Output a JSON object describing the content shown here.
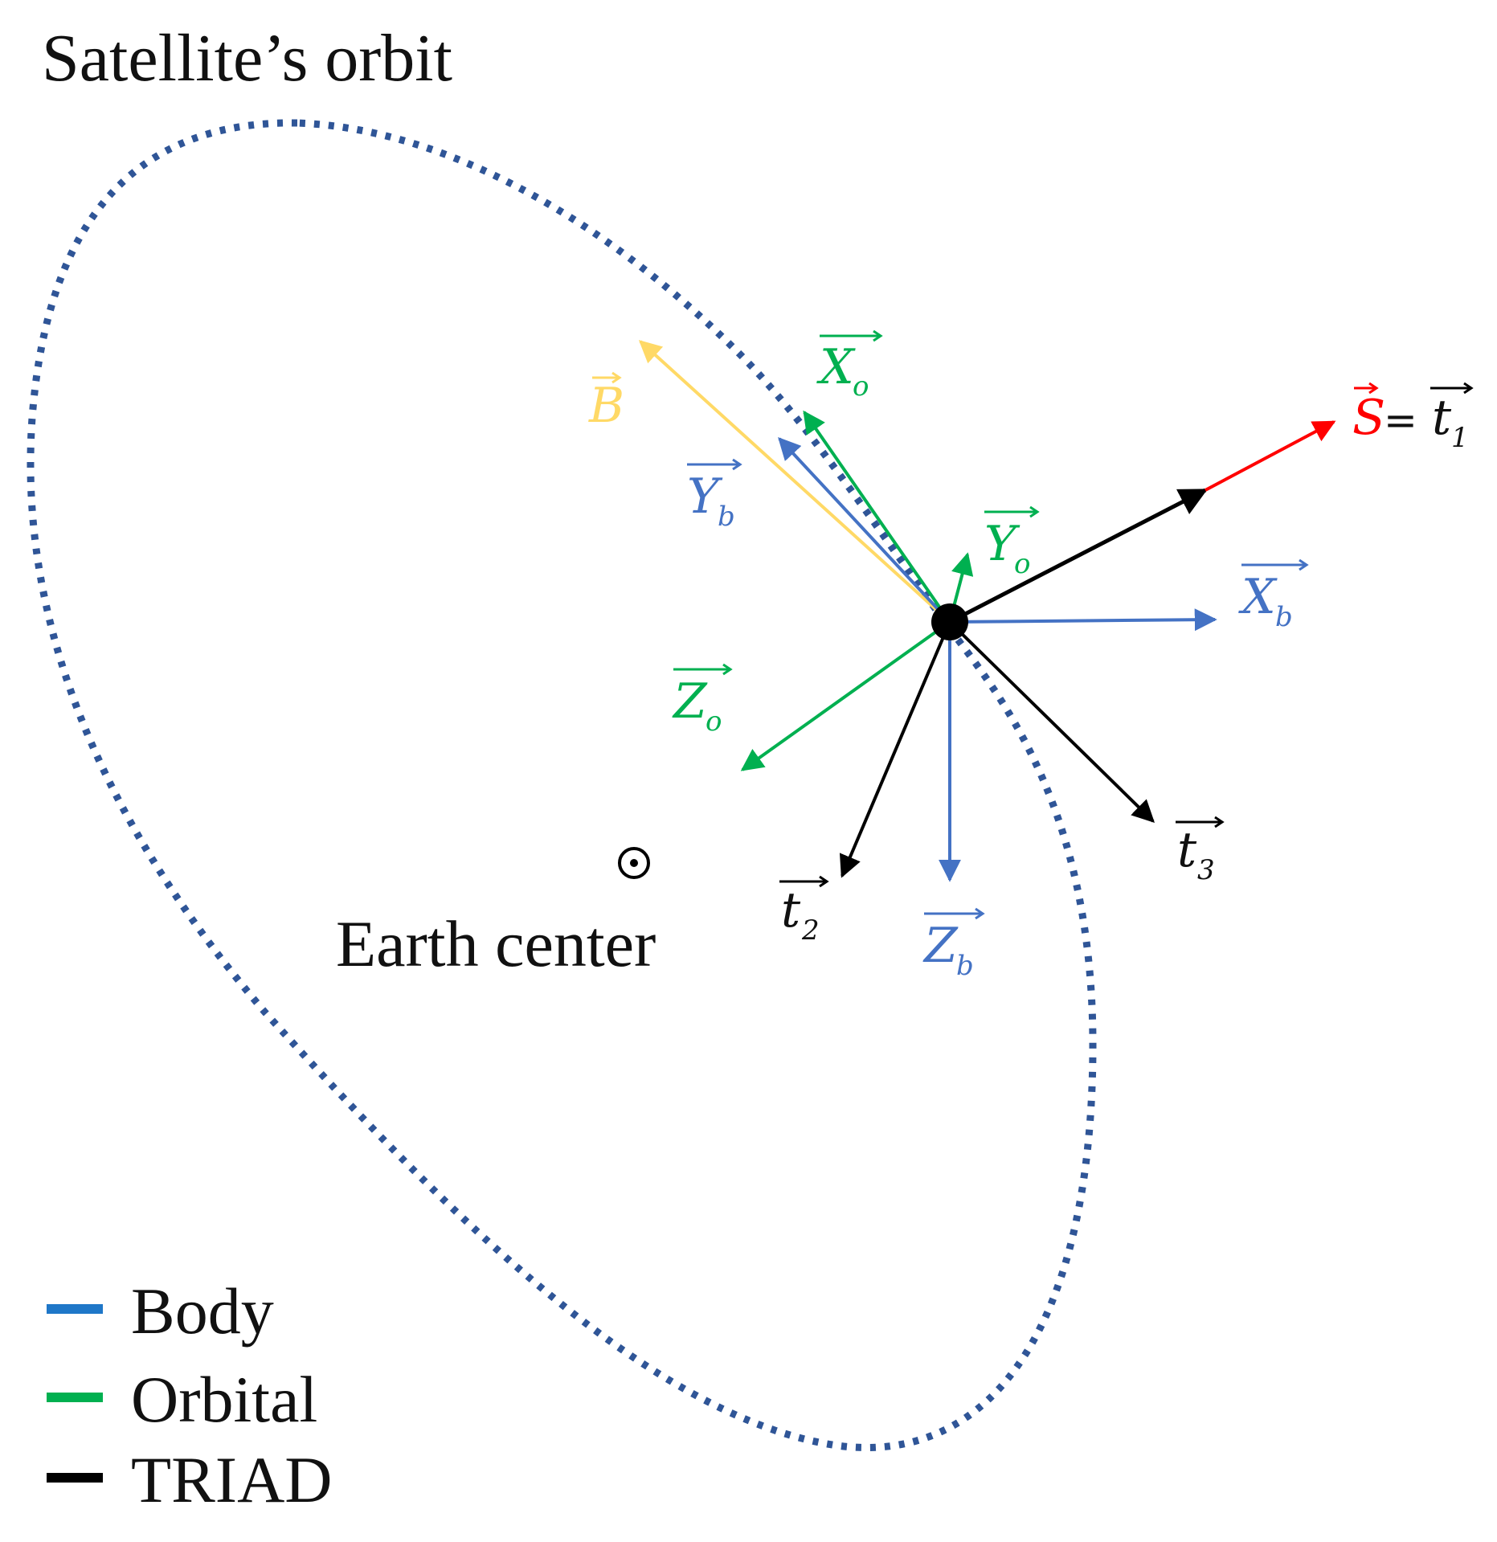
{
  "title": "Satellite’s orbit",
  "earth_label": "Earth center",
  "earth_symbol": "⊙",
  "vectors": {
    "S": {
      "letter": "S",
      "sub": ""
    },
    "equals": "=",
    "t1": {
      "letter": "t",
      "sub": "1"
    },
    "t2": {
      "letter": "t",
      "sub": "2"
    },
    "t3": {
      "letter": "t",
      "sub": "3"
    },
    "B": {
      "letter": "B",
      "sub": ""
    },
    "Xo": {
      "letter": "X",
      "sub": "o"
    },
    "Yo": {
      "letter": "Y",
      "sub": "o"
    },
    "Zo": {
      "letter": "Z",
      "sub": "o"
    },
    "Xb": {
      "letter": "X",
      "sub": "b"
    },
    "Yb": {
      "letter": "Y",
      "sub": "b"
    },
    "Zb": {
      "letter": "Z",
      "sub": "b"
    }
  },
  "legend": [
    {
      "label": "Body",
      "color": "#1f77c8"
    },
    {
      "label": "Orbital",
      "color": "#00b050"
    },
    {
      "label": "TRIAD",
      "color": "#000000"
    }
  ],
  "colors": {
    "body": "#4472c4",
    "orbital": "#00b050",
    "triad": "#000000",
    "sun": "#ff0000",
    "magnetic": "#ffd966",
    "orbit": "#2f5597"
  }
}
